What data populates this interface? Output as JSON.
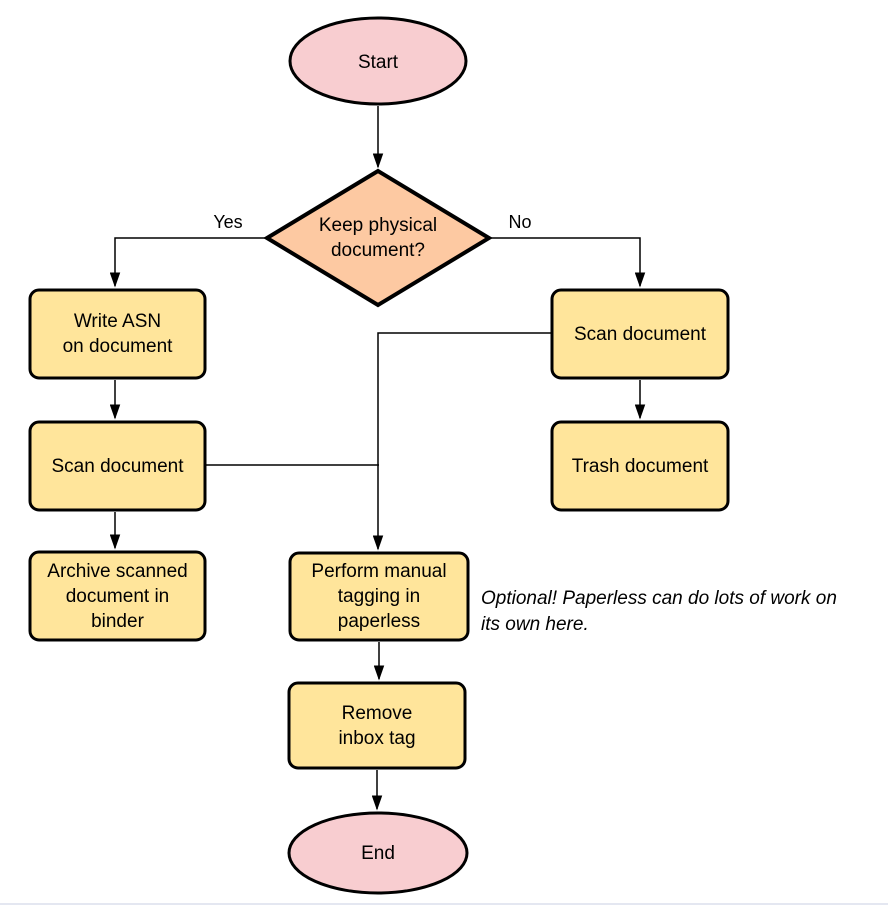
{
  "colors": {
    "background": "#ffffff",
    "terminal_fill": "#f8cdd0",
    "decision_fill": "#fdc9a2",
    "process_fill": "#ffe59b",
    "stroke": "#000000",
    "edge": "#000000",
    "text": "#000000",
    "bottom_rule": "#e4e7f1"
  },
  "nodes": {
    "start": {
      "type": "terminator",
      "label": "Start"
    },
    "decision": {
      "type": "decision",
      "label": "Keep physical\ndocument?"
    },
    "write_asn": {
      "type": "process",
      "label": "Write ASN\non document"
    },
    "scan_left": {
      "type": "process",
      "label": "Scan document"
    },
    "archive": {
      "type": "process",
      "label": "Archive scanned\ndocument in\nbinder"
    },
    "scan_right": {
      "type": "process",
      "label": "Scan document"
    },
    "trash": {
      "type": "process",
      "label": "Trash document"
    },
    "perform_tagging": {
      "type": "process",
      "label": "Perform manual\ntagging in\npaperless"
    },
    "remove_inbox": {
      "type": "process",
      "label": "Remove\ninbox tag"
    },
    "end": {
      "type": "terminator",
      "label": "End"
    }
  },
  "edge_labels": {
    "yes": "Yes",
    "no": "No"
  },
  "note": {
    "text": "Optional! Paperless can do lots of work on\nits own here."
  }
}
